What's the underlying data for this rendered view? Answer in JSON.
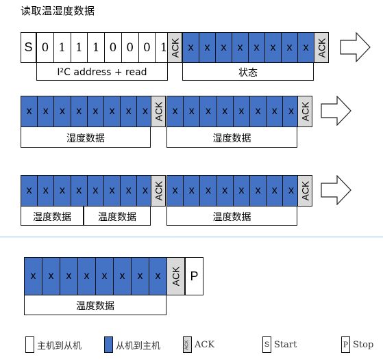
{
  "title": "读取温湿度数据",
  "symbols": {
    "start": "S",
    "stop": "P",
    "data_bit": "x",
    "ack": "ACK",
    "address_bits": [
      "0",
      "1",
      "1",
      "1",
      "0",
      "0",
      "0",
      "1"
    ]
  },
  "labels": {
    "address": "I²C address + read",
    "status": "状态",
    "humidity": "湿度数据",
    "temperature": "温度数据"
  },
  "legend": {
    "master": "主机到从机",
    "slave": "从机到主机",
    "ack": "ACK",
    "start": "Start",
    "stop": "Stop",
    "ack_icon_text": "ACK",
    "start_icon_text": "S",
    "stop_icon_text": "P"
  },
  "colors": {
    "master": "#ffffff",
    "slave": "#4472c4",
    "ack": "#d9d9d9"
  }
}
